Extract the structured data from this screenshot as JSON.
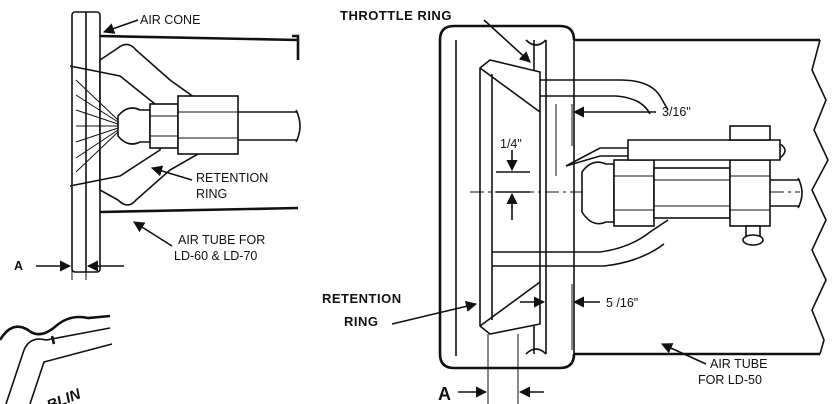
{
  "left_diagram": {
    "air_cone": "AIR CONE",
    "retention_ring": [
      "RETENTION",
      "RING"
    ],
    "air_tube": [
      "AIR TUBE FOR",
      "LD-60 & LD-70"
    ],
    "dim_a": "A"
  },
  "right_diagram": {
    "throttle_ring": "THROTTLE RING",
    "dim_3_16": "3/16\"",
    "dim_1_4": "1/4\"",
    "dim_5_16": "5 /16\"",
    "retention_ring": [
      "RETENTION",
      "RING"
    ],
    "air_tube": [
      "AIR TUBE",
      "FOR LD-50"
    ],
    "dim_a": "A"
  },
  "partial_logo_text": "BLIN"
}
